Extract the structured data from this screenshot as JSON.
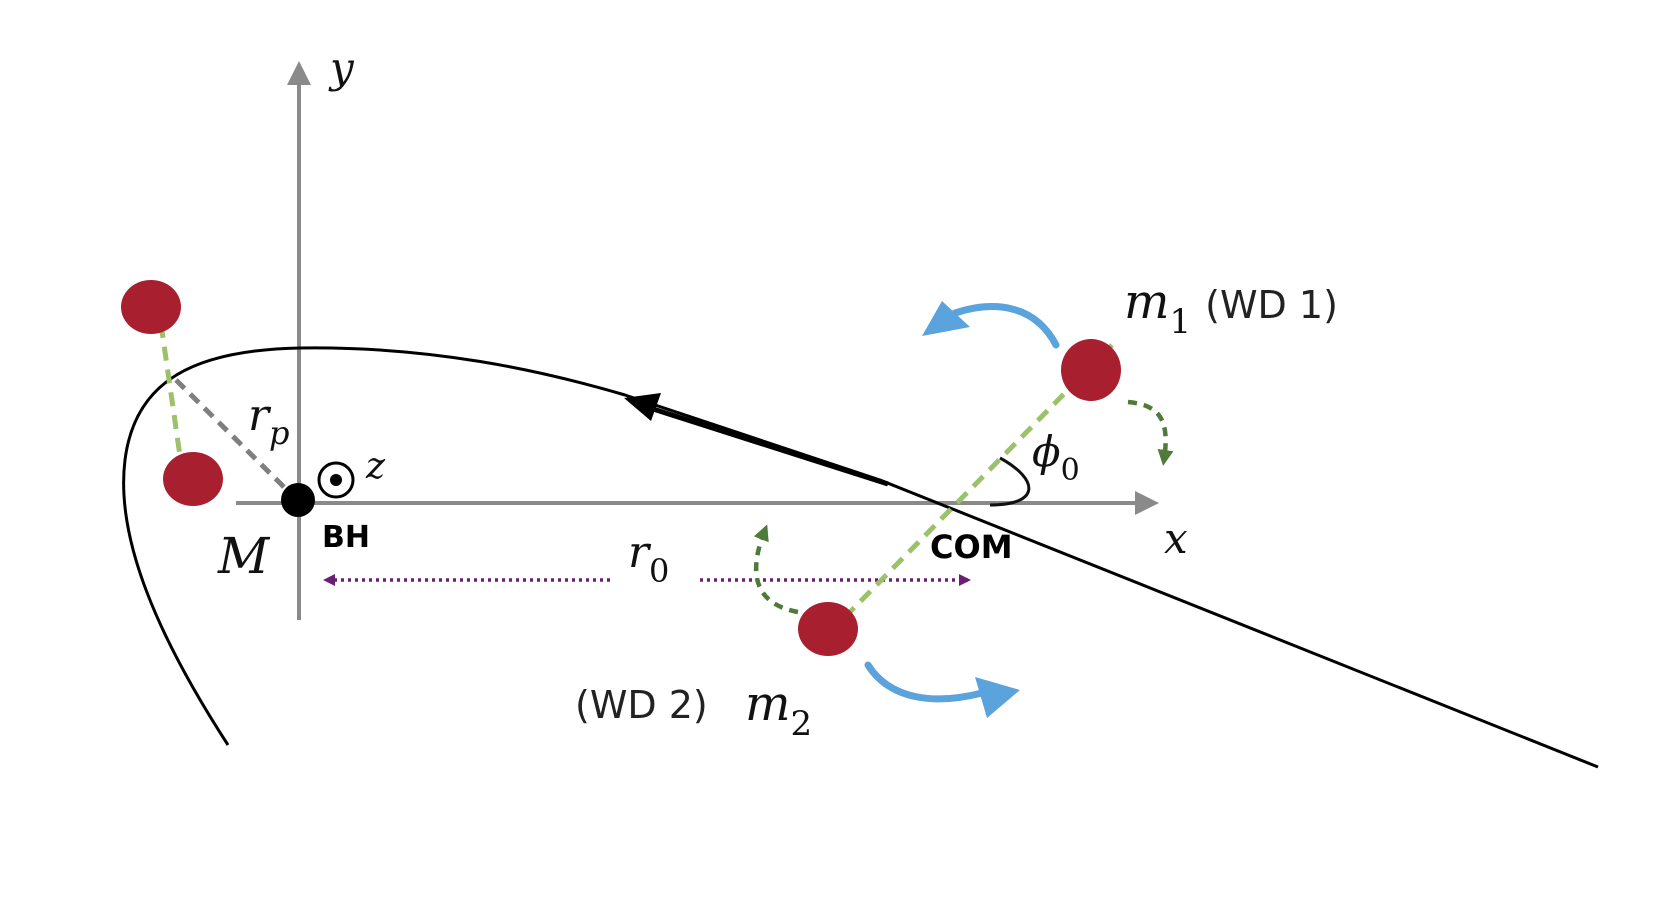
{
  "labels": {
    "y_axis": "y",
    "x_axis": "x",
    "z_axis": "z",
    "periapsis_r": "r",
    "periapsis_sub": "p",
    "black_hole_mass": "M",
    "black_hole": "BH",
    "distance_r": "r",
    "distance_sub": "0",
    "center_of_mass": "COM",
    "phase_phi": "ϕ",
    "phase_sub": "0",
    "m1_symbol": "m",
    "m1_sub": "1",
    "m1_name": "(WD 1)",
    "m2_symbol": "m",
    "m2_sub": "2",
    "m2_name": "(WD 2)"
  },
  "colors": {
    "axis": "#8a8a8a",
    "orbit": "#000000",
    "white_dwarf": "#a81f2f",
    "binary_separation": "#9bc26a",
    "rotation_arrow_dark": "#4f7a3a",
    "spin_arrow": "#5aa3dc",
    "distance_arrow": "#6b1f72",
    "periapsis_line": "#7f7f7f"
  }
}
